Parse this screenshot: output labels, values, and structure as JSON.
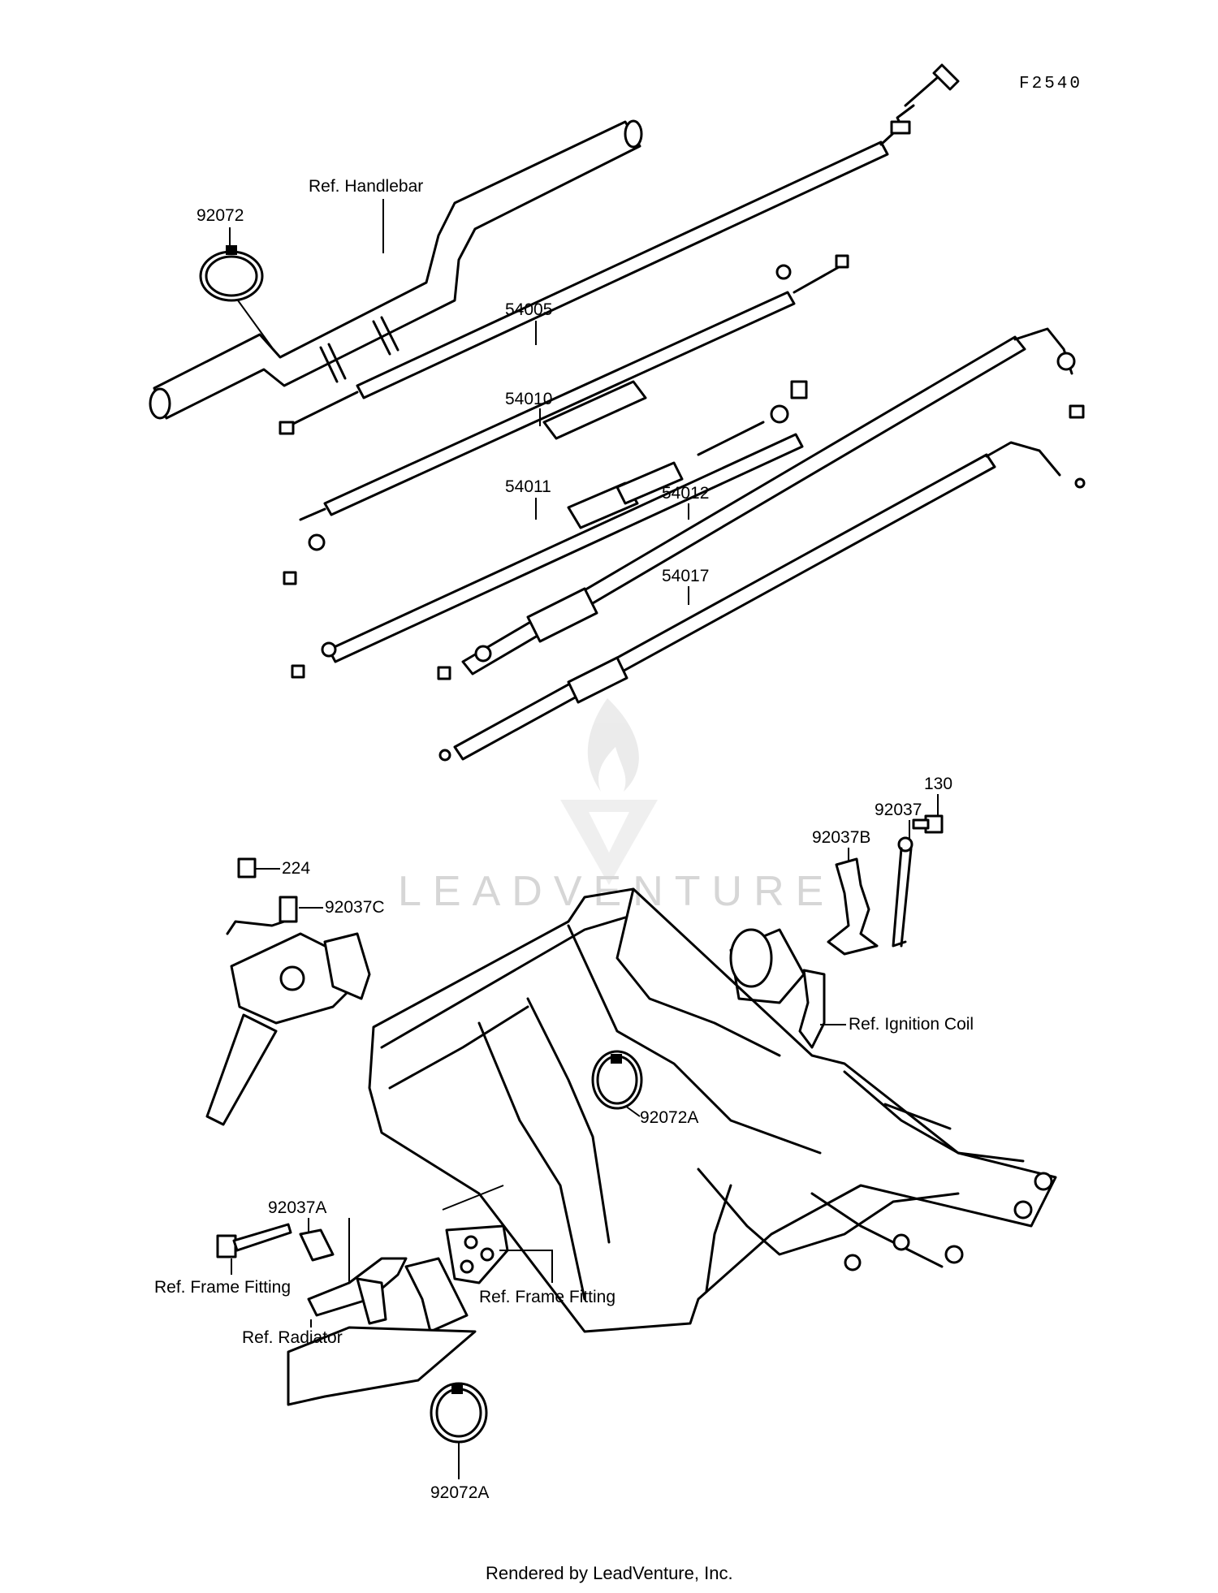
{
  "figure_code": "F2540",
  "watermark": "LEADVENTURE",
  "footer": "Rendered by LeadVenture, Inc.",
  "callouts": {
    "ref_handlebar": "Ref. Handlebar",
    "p92072": "92072",
    "p54005": "54005",
    "p54010": "54010",
    "p54011": "54011",
    "p54012": "54012",
    "p54017": "54017",
    "p130": "130",
    "p92037": "92037",
    "p92037B": "92037B",
    "p224": "224",
    "p92037C": "92037C",
    "ref_ignition_coil": "Ref. Ignition Coil",
    "p92072A_frame": "92072A",
    "p92037A": "92037A",
    "ref_frame_fitting_left": "Ref. Frame Fitting",
    "ref_frame_fitting_right": "Ref. Frame Fitting",
    "ref_radiator": "Ref. Radiator",
    "p92072A_bottom": "92072A"
  }
}
